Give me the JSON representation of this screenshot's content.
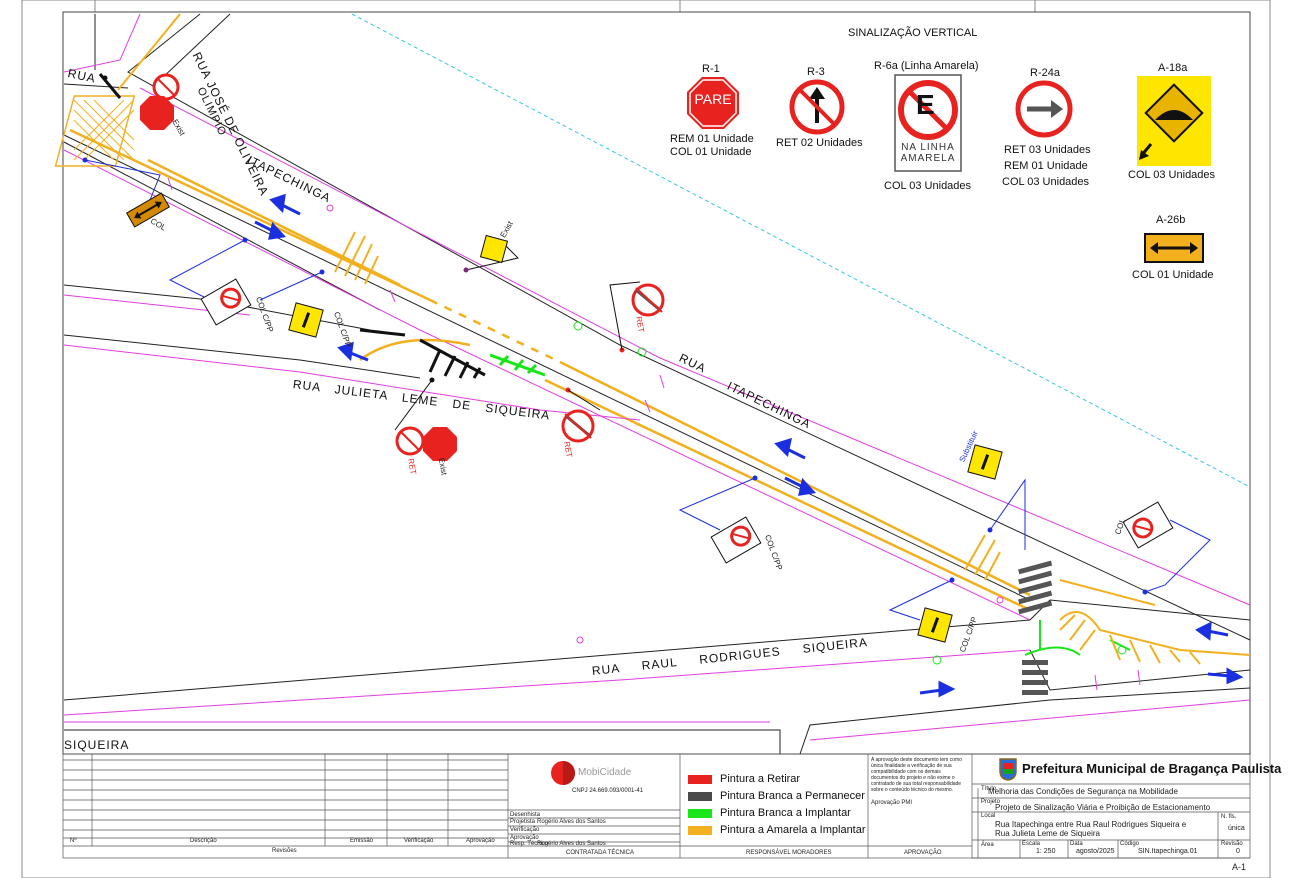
{
  "header": {
    "title": "SINALIZAÇÃO VERTICAL"
  },
  "signs": [
    {
      "code": "R-1",
      "inner": "PARE",
      "lines": [
        "REM 01 Unidade",
        "COL 01 Unidade"
      ]
    },
    {
      "code": "R-3",
      "inner": "",
      "lines": [
        "RET 02 Unidades"
      ]
    },
    {
      "code": "R-6a (Linha Amarela)",
      "inner": "E",
      "sub": "NA LINHA AMARELA",
      "lines": [
        "COL 03 Unidades"
      ]
    },
    {
      "code": "R-24a",
      "inner": "",
      "lines": [
        "RET 03 Unidades",
        "REM 01 Unidade",
        "COL 03 Unidades"
      ]
    },
    {
      "code": "A-18a",
      "inner": "",
      "lines": [
        "COL 03 Unidades"
      ]
    },
    {
      "code": "A-26b",
      "inner": "",
      "lines": [
        "COL 01 Unidade"
      ]
    }
  ],
  "streets": {
    "rua_itapechinga_top": "ITAPECHINGA",
    "rua_itapechinga_mid_1": "RUA",
    "rua_itapechinga_mid_2": "ITAPECHINGA",
    "rua_jose": "RUA JOSÉ DE OLIVEIRA",
    "rua_olimpio": "OLIMPIO",
    "rua_topleft": "RUA",
    "rua_julieta": "RUA JULIETA LEME DE SIQUEIRA",
    "rua_raul": "RUA RAUL RODRIGUES SIQUEIRA",
    "siqueira_left": "SIQUEIRA"
  },
  "map_labels": {
    "pare": "PARE",
    "ret": "RET",
    "exist": "Exist",
    "col": "COL",
    "col_pp": "COL C/PP",
    "substituir": "Substituir",
    "na_linha_amarela": "NA LINHA AMARELA"
  },
  "legend": [
    {
      "label": "Pintura a Retirar",
      "color": "#e8231f"
    },
    {
      "label": "Pintura Branca a Permanecer",
      "color": "#4a4a4a"
    },
    {
      "label": "Pintura Branca a Implantar",
      "color": "#19e619"
    },
    {
      "label": "Pintura a Amarela a Implantar",
      "color": "#f2b01e"
    }
  ],
  "titleblock": {
    "company": "MobiCidade",
    "company_id": "CNPJ 24.669.093/0001-41",
    "designer": "Rogério Alves dos Santos",
    "resp_tec": "Rogério Alves dos Santos",
    "labels": {
      "desenhista": "Desenhista",
      "projetista": "Projetista",
      "verificacao": "Verificação",
      "aprovacao": "Aprovação",
      "resp_tecnico": "Resp. Técnico",
      "n": "Nº",
      "descricao": "Descrição",
      "emissao": "Emissão",
      "verificacao2": "Verificação",
      "aprovacao2": "Aprovação",
      "revisoes": "Revisões",
      "contratada": "CONTRATADA TÉCNICA",
      "responsavel": "RESPONSÁVEL MORADORES",
      "aprovacao_col": "APROVAÇÃO"
    },
    "approval_text": "A aprovação deste documento tem como única finalidade a verificação de sua compatibilidade com os demais documentos do projeto e não exime o contratado de sua total responsabilidade sobre o conteúdo técnico do mesmo.",
    "approval_pmi": "Aprovação PMI",
    "prefeitura": "Prefeitura Municipal de Bragança Paulista",
    "titulo_label": "Título",
    "titulo": "Melhoria das Condições de Segurança na Mobilidade",
    "projeto_label": "Projeto",
    "projeto": "Projeto de Sinalização Viária e Proibição de Estacionamento",
    "local_label": "Local",
    "local_1": "Rua Itapechinga entre Rua Raul Rodrigues Siqueira e",
    "local_2": "Rua Julieta Leme de Siqueira",
    "fls_label": "N. fls.",
    "fls": "única",
    "area_label": "Área",
    "escala_label": "Escala",
    "escala": "1: 250",
    "data_label": "Data",
    "data": "agosto/2025",
    "codigo_label": "Código",
    "codigo": "SIN.Itapechinga.01",
    "revisao_label": "Revisão",
    "revisao": "0",
    "sheet": "A-1"
  },
  "colors": {
    "yellow": "#f2b01e",
    "sign_yellow": "#ffe600",
    "red": "#e8231f",
    "blue": "#1a2fe0",
    "magenta": "#e23ee2",
    "green": "#19e619"
  }
}
